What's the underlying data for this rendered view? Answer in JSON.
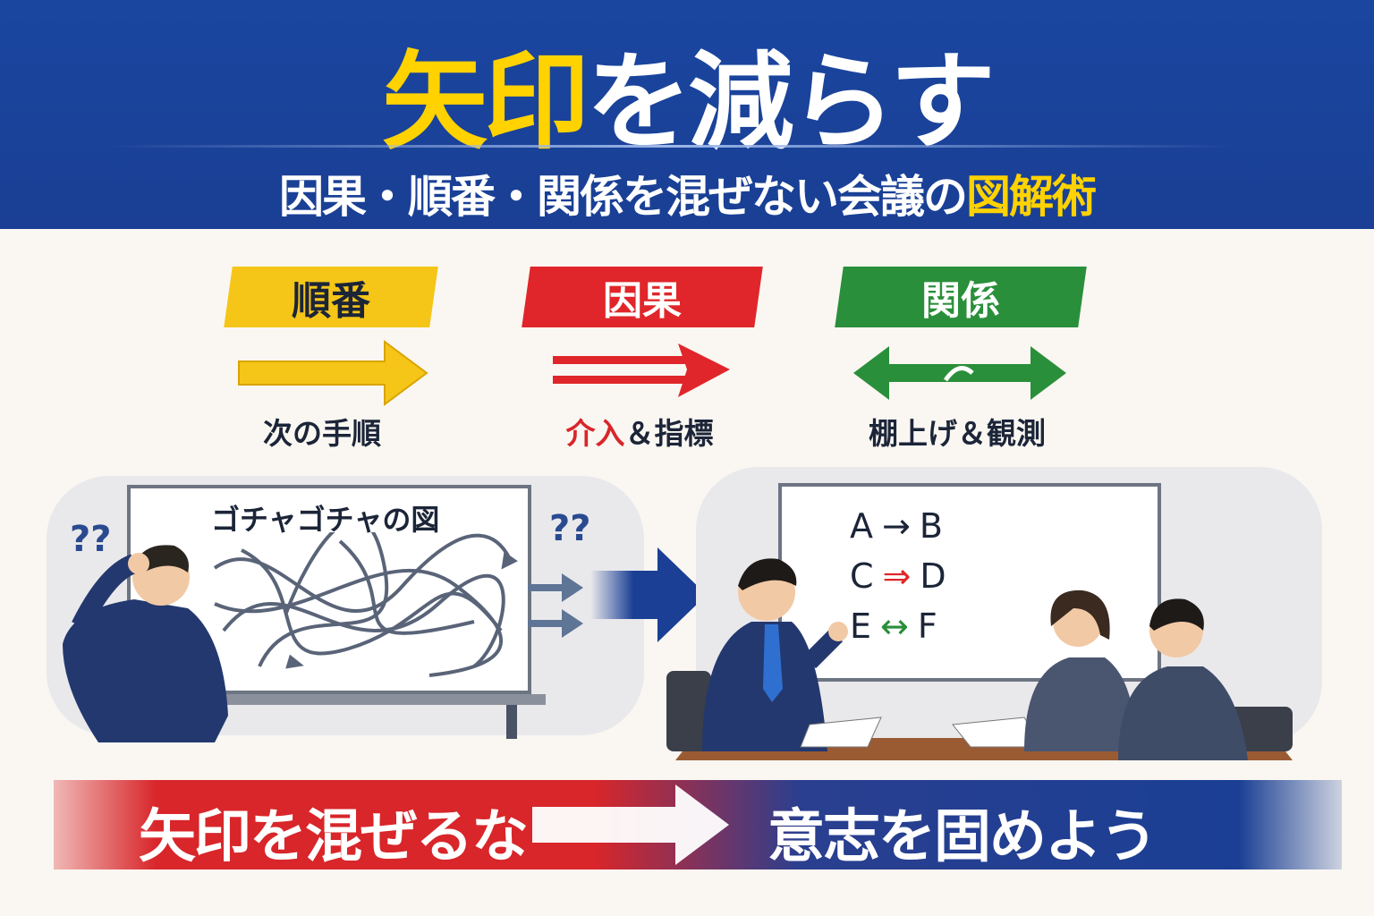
{
  "header": {
    "title_highlight": "矢印",
    "title_rest": "を減らす",
    "subtitle_main": "因果・順番・関係を混ぜない会議の",
    "subtitle_highlight": "図解術"
  },
  "categories": [
    {
      "label": "順番",
      "caption": "次の手順",
      "color": "#f5c518"
    },
    {
      "label": "因果",
      "caption_red": "介入",
      "caption_rest": "＆指標",
      "color": "#e0262a"
    },
    {
      "label": "関係",
      "caption": "棚上げ＆観測",
      "color": "#2a8f3a"
    }
  ],
  "left_panel": {
    "board_title": "ゴチャゴチャの図",
    "question_marks": "??"
  },
  "right_panel": {
    "rows": [
      {
        "from": "A",
        "to": "B",
        "arrow": "→"
      },
      {
        "from": "C",
        "to": "D",
        "arrow": "⇒"
      },
      {
        "from": "E",
        "to": "F",
        "arrow": "↔"
      }
    ]
  },
  "banner": {
    "left": "矢印を混ぜるな",
    "right": "意志を固めよう"
  }
}
